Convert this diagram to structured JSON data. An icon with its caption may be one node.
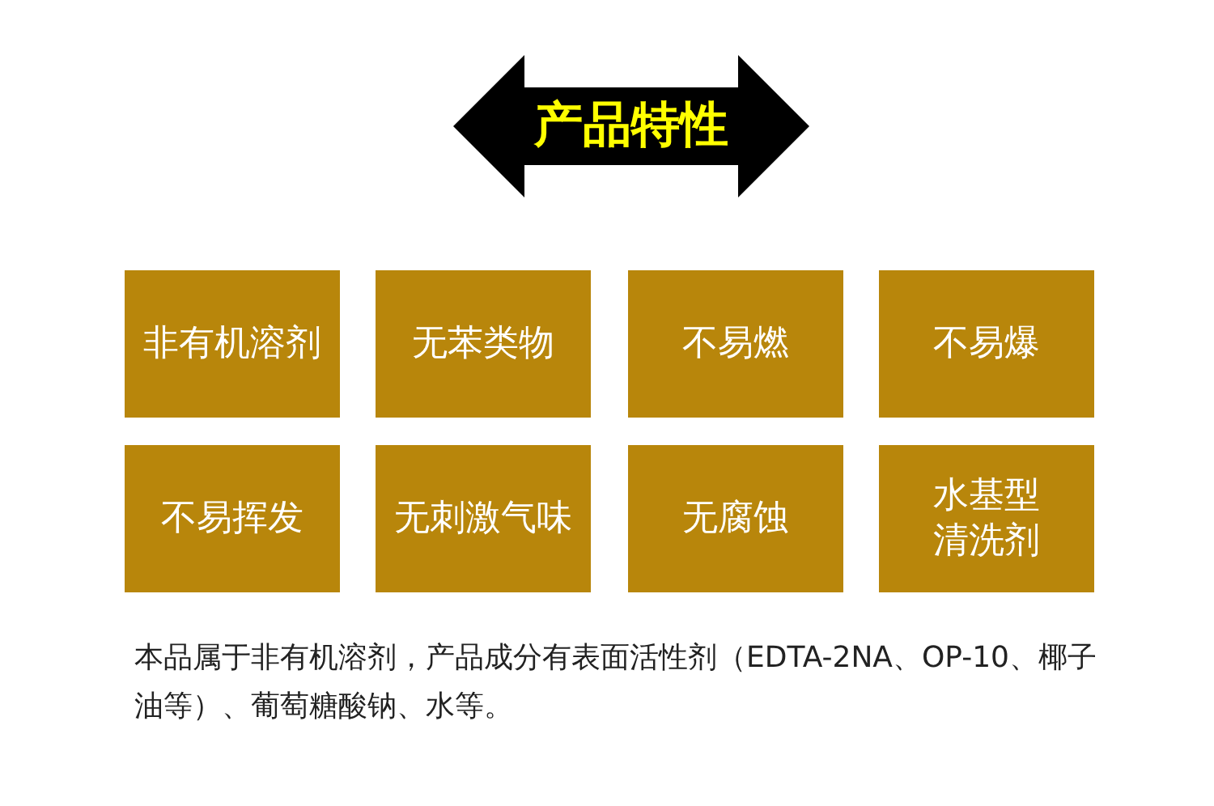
{
  "diagram": {
    "title": "产品特性",
    "nodes": [
      {
        "text": [
          "非有机溶剂"
        ]
      },
      {
        "text": [
          "无苯类物"
        ]
      },
      {
        "text": [
          "不易燃"
        ]
      },
      {
        "text": [
          "不易爆"
        ]
      },
      {
        "text": [
          "不易挥发"
        ]
      },
      {
        "text": [
          "无刺激气味"
        ]
      },
      {
        "text": [
          "无腐蚀"
        ]
      },
      {
        "text": [
          "水基型清洗剂"
        ]
      }
    ],
    "edges": [],
    "labels": [
      "本品属于非有机溶剂，产品成分有表面活性剂（EDTA-2NA、OP-10、椰子油等）、葡萄糖酸钠、水等。"
    ]
  }
}
